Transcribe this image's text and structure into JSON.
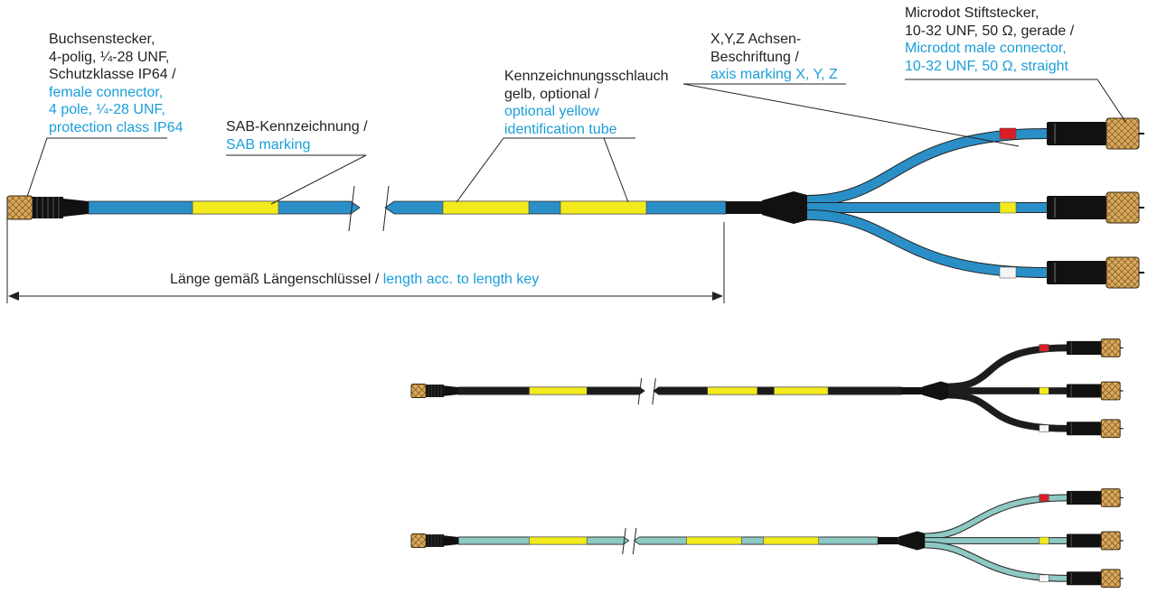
{
  "colors": {
    "text_de": "#222222",
    "text_en": "#1a9ed9",
    "cable_blue": "#2a8fc6",
    "cable_black": "#1c1c1c",
    "cable_teal": "#8ec9c4",
    "marking_yellow": "#f2ea1c",
    "marking_red": "#d81f26",
    "marking_white": "#f4f4f4",
    "connector_gold": "#d8a85a"
  },
  "labels": {
    "female_connector": {
      "de": [
        "Buchsenstecker,",
        "4-polig, ¼-28 UNF,",
        "Schutzklasse IP64 /"
      ],
      "en": [
        "female connector,",
        "4 pole, ¼-28 UNF,",
        "protection class IP64"
      ]
    },
    "sab_marking": {
      "de": [
        "SAB-Kennzeichnung /"
      ],
      "en": [
        "SAB marking"
      ]
    },
    "identification_tube": {
      "de": [
        "Kennzeichnungsschlauch",
        "gelb, optional /"
      ],
      "en": [
        "optional yellow",
        "identification tube"
      ]
    },
    "axis_marking": {
      "de": [
        "X,Y,Z Achsen-",
        "Beschriftung /"
      ],
      "en": [
        "axis marking X, Y, Z"
      ]
    },
    "male_connector": {
      "de": [
        "Microdot Stiftstecker,",
        "10-32 UNF, 50 Ω, gerade /"
      ],
      "en": [
        "Microdot male connector,",
        "10-32 UNF, 50 Ω, straight"
      ]
    },
    "length": {
      "de": "Länge gemäß Längenschlüssel",
      "separator": " / ",
      "en": "length acc. to length key"
    }
  },
  "variants": [
    {
      "name": "blue",
      "cable": "#2a8fc6"
    },
    {
      "name": "black",
      "cable": "#1c1c1c"
    },
    {
      "name": "teal",
      "cable": "#8ec9c4"
    }
  ]
}
